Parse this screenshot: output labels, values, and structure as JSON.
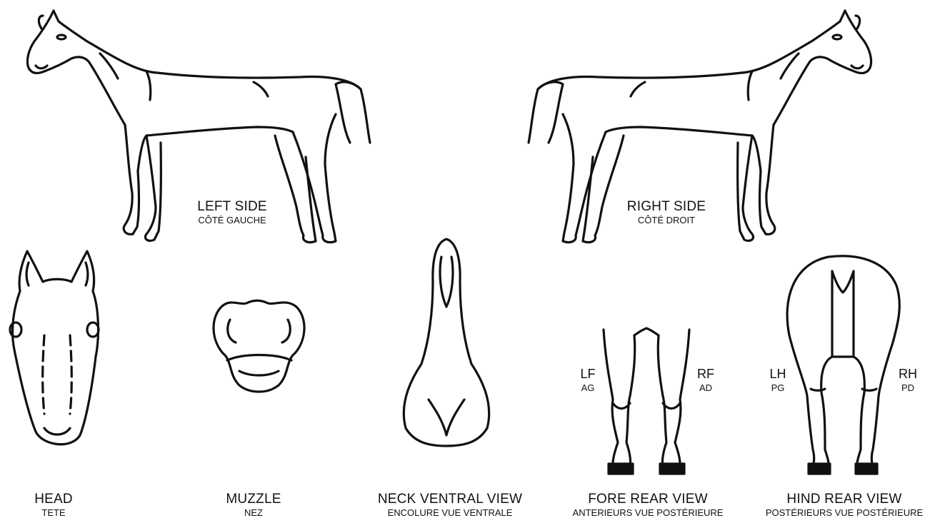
{
  "views": {
    "left_side": {
      "title": "LEFT SIDE",
      "subtitle": "CÔTÉ GAUCHE"
    },
    "right_side": {
      "title": "RIGHT SIDE",
      "subtitle": "CÔTÉ DROIT"
    },
    "head": {
      "title": "HEAD",
      "subtitle": "TETE"
    },
    "muzzle": {
      "title": "MUZZLE",
      "subtitle": "NEZ"
    },
    "neck": {
      "title": "NECK VENTRAL VIEW",
      "subtitle": "ENCOLURE VUE VENTRALE"
    },
    "fore": {
      "title": "FORE REAR VIEW",
      "subtitle": "ANTERIEURS VUE POSTÉRIEURE"
    },
    "hind": {
      "title": "HIND REAR VIEW",
      "subtitle": "POSTÉRIEURS VUE POSTÉRIEURE"
    }
  },
  "legs": {
    "lf": {
      "code": "LF",
      "sub": "AG"
    },
    "rf": {
      "code": "RF",
      "sub": "AD"
    },
    "lh": {
      "code": "LH",
      "sub": "PG"
    },
    "rh": {
      "code": "RH",
      "sub": "PD"
    }
  }
}
